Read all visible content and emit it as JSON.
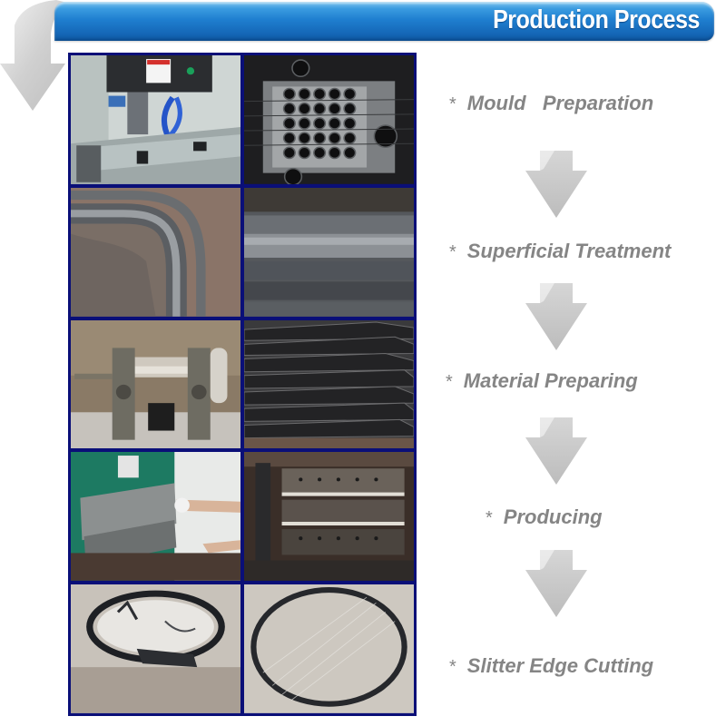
{
  "header": {
    "title": "Production Process",
    "banner_color": "#1f7fd0"
  },
  "photos": [
    {
      "name": "cnc-milling-machine",
      "step": 1
    },
    {
      "name": "mould-plate-with-holes",
      "step": 1
    },
    {
      "name": "curved-mould-channel",
      "step": 2
    },
    {
      "name": "straight-mould-channel",
      "step": 2
    },
    {
      "name": "rubber-mixing-mill",
      "step": 3
    },
    {
      "name": "stacked-rubber-sheets",
      "step": 3
    },
    {
      "name": "cutting-press-operator",
      "step": 4
    },
    {
      "name": "vulcanizing-press-mould",
      "step": 4
    },
    {
      "name": "seal-with-flash-edges",
      "step": 5
    },
    {
      "name": "finished-seal-ring",
      "step": 5
    }
  ],
  "process": {
    "bullet": "*",
    "steps": [
      {
        "label": "Mould   Preparation"
      },
      {
        "label": "Superficial Treatment"
      },
      {
        "label": "Material Preparing"
      },
      {
        "label": "Producing"
      },
      {
        "label": "Slitter Edge Cutting"
      }
    ],
    "text_color": "#858585",
    "arrow_color": "#c4c4c4"
  },
  "frame_color": "#0a0f78"
}
